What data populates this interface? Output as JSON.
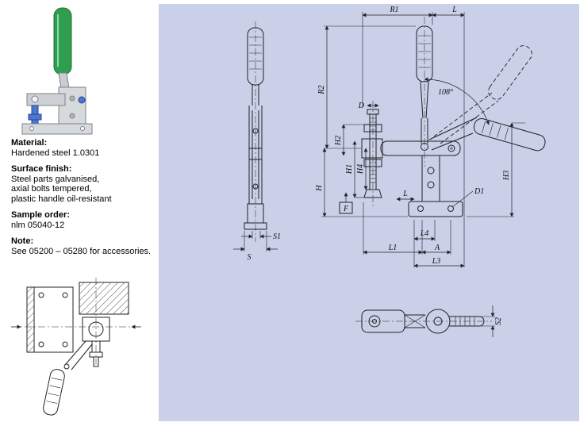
{
  "colors": {
    "panel_bg": "#c9d0e8",
    "handle_green": "#2f9e4e",
    "bolt_blue": "#4a78d0"
  },
  "info": {
    "material_label": "Material:",
    "material_value": "Hardened steel 1.0301",
    "surface_label": "Surface finish:",
    "surface_line1": "Steel parts galvanised,",
    "surface_line2": "axial bolts tempered,",
    "surface_line3": "plastic handle oil-resistant",
    "sample_label": "Sample order:",
    "sample_value": "nlm 05040-12",
    "note_label": "Note:",
    "note_value": "See 05200 – 05280 for accessories."
  },
  "dims": {
    "r1": "R1",
    "l_top": "L",
    "r2": "R2",
    "d": "D",
    "angle": "108°",
    "h2": "H2",
    "h1": "H1",
    "h4": "H4",
    "h": "H",
    "l_mid": "L",
    "d1": "D1",
    "h3": "H3",
    "f": "F",
    "s1": "S1",
    "s": "S",
    "l4": "L4",
    "l1": "L1",
    "a": "A",
    "l3": "L3",
    "s2": "S2"
  }
}
